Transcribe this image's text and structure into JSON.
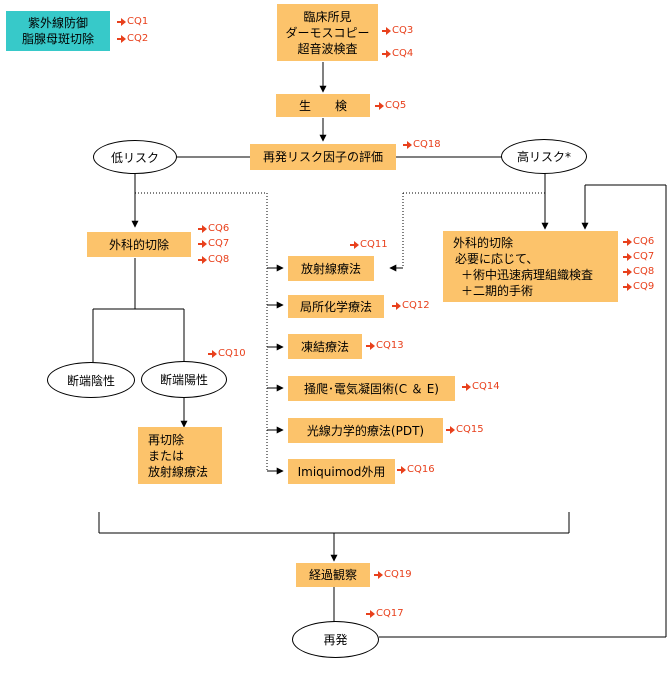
{
  "boxes": {
    "uv": [
      "紫外線防御",
      "脂腺母斑切除"
    ],
    "clinical": [
      "臨床所見",
      "ダーモスコピー",
      "超音波検査"
    ],
    "biopsy": "生　　検",
    "risk_eval": "再発リスク因子の評価",
    "surgery_low": "外科的切除",
    "surgery_high": [
      "外科的切除",
      "必要に応じて、",
      "＋術中迅速病理組織検査",
      "＋二期的手術"
    ],
    "reexcision": [
      "再切除",
      "または",
      "放射線療法"
    ],
    "radiation": "放射線療法",
    "chemo": "局所化学療法",
    "cryo": "凍結療法",
    "ce": "掻爬･電気凝固術(C ＆ E)",
    "pdt": "光線力学的療法(PDT)",
    "imiquimod": "Imiquimod外用",
    "follow": "経過観察"
  },
  "ellipses": {
    "low_risk": "低リスク",
    "high_risk": "高リスク*",
    "margin_neg": "断端陰性",
    "margin_pos": "断端陽性",
    "recurrence": "再発"
  },
  "cq": {
    "cq1": "CQ1",
    "cq2": "CQ2",
    "cq3": "CQ3",
    "cq4": "CQ4",
    "cq5": "CQ5",
    "cq18": "CQ18",
    "cq6a": "CQ6",
    "cq7a": "CQ7",
    "cq8a": "CQ8",
    "cq6b": "CQ6",
    "cq7b": "CQ7",
    "cq8b": "CQ8",
    "cq9": "CQ9",
    "cq10": "CQ10",
    "cq11": "CQ11",
    "cq12": "CQ12",
    "cq13": "CQ13",
    "cq14": "CQ14",
    "cq15": "CQ15",
    "cq16": "CQ16",
    "cq19": "CQ19",
    "cq17": "CQ17"
  },
  "colors": {
    "box_fill": "#fcc36b",
    "uv_fill": "#37c9c9",
    "cq_text": "#e8401c",
    "line": "#000000"
  }
}
